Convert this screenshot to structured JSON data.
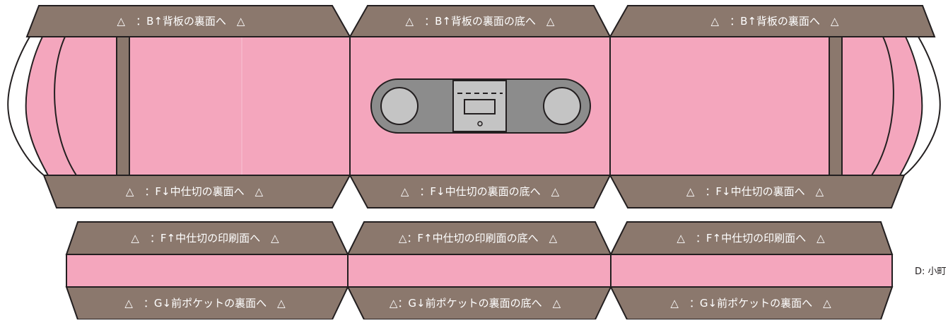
{
  "colors": {
    "pink": "#f4a6bd",
    "flap_brown": "#8b786d",
    "outline": "#231f20",
    "device_gray": "#8c8c8c",
    "device_light": "#c4c4c4",
    "label_text": "#ffffff"
  },
  "upper_piece": {
    "top_flaps": [
      "△　：B↑背板の裏面へ　△",
      "△　：B↑背板の裏面の底へ　△",
      "△　：B↑背板の裏面へ　△"
    ],
    "bottom_flaps": [
      "△　：F↓中仕切の裏面へ　△",
      "△　：F↓中仕切の裏面の底へ　△",
      "△　：F↓中仕切の裏面へ　△"
    ]
  },
  "lower_piece": {
    "top_flaps": [
      "△　：F↑中仕切の印刷面へ　△",
      "△：F↑中仕切の印刷面の底へ　△",
      "△　：F↑中仕切の印刷面へ　△"
    ],
    "bottom_flaps": [
      "△　：G↓前ポケットの裏面へ　△",
      "△：G↓前ポケットの裏面の底へ　△",
      "△　：G↓前ポケットの裏面へ　△"
    ]
  },
  "side_label": "D: 小町"
}
